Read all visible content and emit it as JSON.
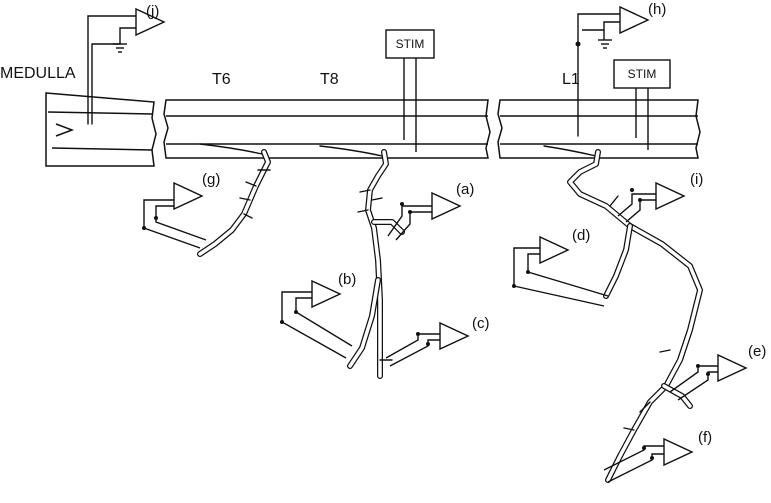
{
  "labels": {
    "medulla": "MEDULLA",
    "segments": [
      "T6",
      "T8",
      "L1"
    ],
    "stim_left": "STIM",
    "stim_right": "STIM",
    "recordings": {
      "a": "(a)",
      "b": "(b)",
      "c": "(c)",
      "d": "(d)",
      "e": "(e)",
      "f": "(f)",
      "g": "(g)",
      "h": "(h)",
      "i": "(i)",
      "j": "(j)"
    }
  },
  "colors": {
    "line": "#111111",
    "background": "#ffffff"
  },
  "icons": [
    "amplifier-icon",
    "ground-icon",
    "electrode-icon"
  ]
}
